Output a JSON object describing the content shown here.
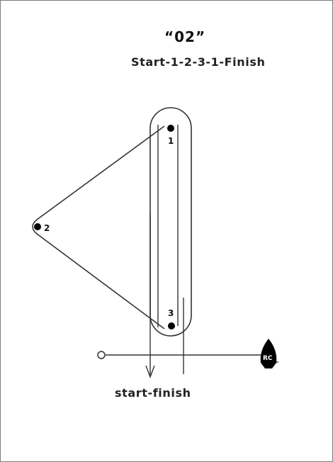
{
  "diagram": {
    "title": "“02”",
    "subtitle": "Start-1-2-3-1-Finish",
    "line_label": "start-finish",
    "marks": [
      {
        "id": "1",
        "label": "1"
      },
      {
        "id": "2",
        "label": "2"
      },
      {
        "id": "3",
        "label": "3"
      }
    ],
    "committee_boat_label": "RC",
    "colors": {
      "line": "#333333",
      "mark": "#000000",
      "border": "#7a7a7a"
    }
  }
}
